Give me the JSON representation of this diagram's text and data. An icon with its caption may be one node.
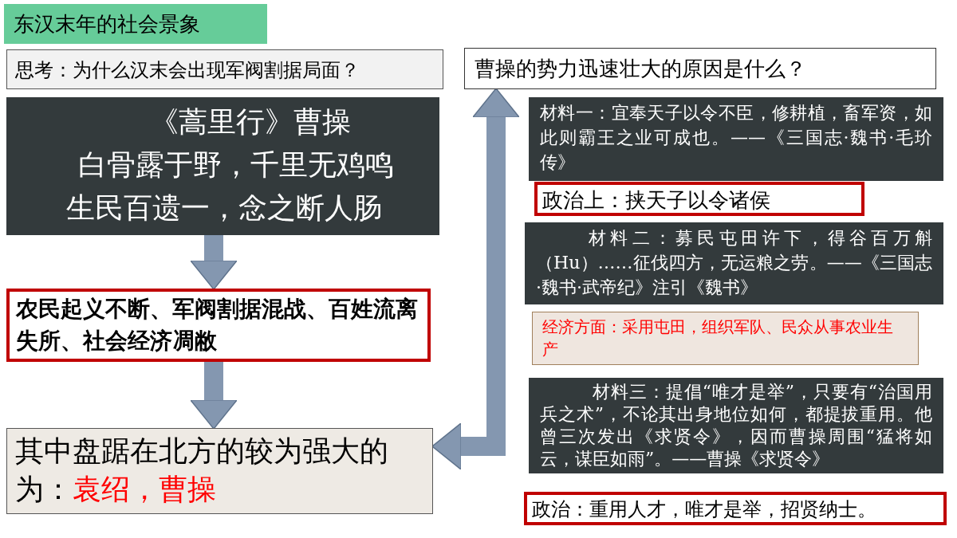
{
  "diagram": {
    "nodes": [
      {
        "text": [
          "东汉末年的社会景象"
        ]
      },
      {
        "text": [
          "思考：为什么汉末会出现军阀割据局面？"
        ]
      },
      {
        "text": [
          "曹操的势力迅速壮大的原因是什么？"
        ]
      },
      {
        "text": [
          "《蒿里行》曹操",
          "白骨露于野，千里无鸡鸣",
          "生民百遗一，念之断人肠"
        ]
      },
      {
        "text": [
          "农民起义不断、军阀割据混战、百姓流离失所、社会经济凋敝"
        ]
      },
      {
        "text": [
          "其中盘踞在北方的较为强大的为：",
          "袁绍，曹操"
        ]
      },
      {
        "text": [
          "材料一：宜奉天子以令不臣，修耕植，畜军资，如此则霸王之业可成也。——《三国志·魏书·毛玠传》"
        ]
      },
      {
        "text": [
          "政治上：挟天子以令诸侯"
        ]
      },
      {
        "text": [
          "材料二：募民屯田许下，得谷百万斛（Hu）……征伐四方，无运粮之劳。——《三国志·魏书·武帝纪》注引《魏书》"
        ]
      },
      {
        "text": [
          "经济方面：采用屯田，组织军队、民众从事农业生产"
        ]
      },
      {
        "text": [
          "材料三：提倡“唯才是举”，只要有“治国用兵之术”，不论其出身地位如何，都提拔重用。他曾三次发出《求贤令》，因而曹操周围“猛将如云，谋臣如雨”。——曹操《求贤令》"
        ]
      },
      {
        "text": [
          "政治：重用人才，唯才是举，招贤纳士。"
        ]
      }
    ],
    "edges": [
      {
        "from": 3,
        "to": 4,
        "arrow": "to"
      },
      {
        "from": 4,
        "to": 5,
        "arrow": "to"
      },
      {
        "from": 5,
        "to": 2,
        "arrow": "both"
      }
    ]
  }
}
